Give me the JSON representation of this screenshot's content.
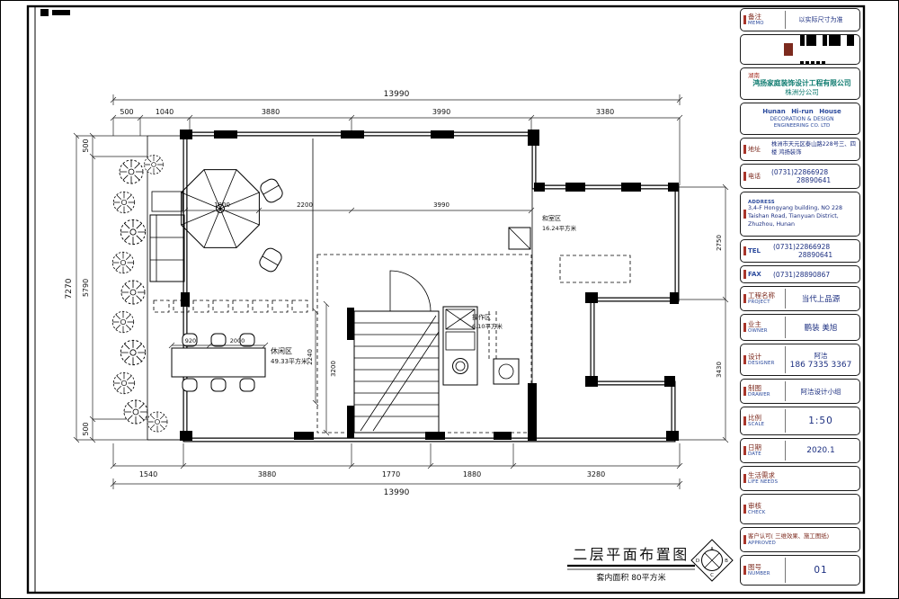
{
  "colors": {
    "line": "#000000",
    "accent_red": "#a8352a",
    "accent_blue": "#2b4a9d",
    "teal": "#0c7a6e",
    "navy": "#1c2f80"
  },
  "plan": {
    "dims": {
      "top_total": "13990",
      "top_segments": [
        "500",
        "1040",
        "3880",
        "3990",
        "3380"
      ],
      "left_total": "7270",
      "left_segments": [
        "500",
        "5790",
        "500"
      ],
      "bottom_segments": [
        "1540",
        "3880",
        "1770",
        "1880",
        "3280"
      ],
      "bottom_total": "13990",
      "right_segments": [
        "2750",
        "3430"
      ],
      "inner": {
        "terrace_a": "1800",
        "terrace_b": "2200",
        "mid": "3990",
        "table_a": "920",
        "table_b": "2000",
        "v1": "2240",
        "v2": "3200"
      }
    },
    "rooms": {
      "leisure": "休闲区",
      "leisure_area": "49.33平方米",
      "work": "操作区",
      "work_area": "6.10平方米",
      "tatami": "和室区",
      "tatami_area": "16.24平方米"
    },
    "title": "二层平面布置图",
    "subtitle": "套内面积 80平方米",
    "compass": {
      "n": "A",
      "e": "B",
      "s": "C",
      "w": "D"
    }
  },
  "titleblock": {
    "memo": {
      "label_cn": "备注",
      "label_en": "MEMO",
      "value": "以实际尺寸为准"
    },
    "company": {
      "region": "湖南",
      "name_cn": "鸿扬家庭装饰设计工程有限公司",
      "branch": "株洲分公司",
      "name_en_1": "Hunan  Hi-run  House",
      "name_en_2": "DECORATION & DESIGN",
      "name_en_3": "ENGINEERING CO. LTD"
    },
    "address": {
      "label": "地址",
      "value": "株洲市天元区泰山路228号三、四楼 鸿扬装饰"
    },
    "phone": {
      "label": "电话",
      "value1": "(0731)22866928",
      "value2": "28890641"
    },
    "address_en": {
      "label": "ADDRESS",
      "value": "3,4-F Hongyang building, NO 228 Taishan Road, Tianyuan District, Zhuzhou, Hunan"
    },
    "tel": {
      "label": "TEL",
      "value1": "(0731)22866928",
      "value2": "28890641"
    },
    "fax": {
      "label": "FAX",
      "value": "(0731)28890867"
    },
    "project": {
      "label_cn": "工程名称",
      "label_en": "PROJECT",
      "value": "当代上品源"
    },
    "owner": {
      "label_cn": "业主",
      "label_en": "OWNER",
      "value": "鹏装 美旭"
    },
    "designer": {
      "label_cn": "设计",
      "label_en": "DESIGNER",
      "value1": "阿洁",
      "value2": "186 7335 3367"
    },
    "drawer": {
      "label_cn": "制图",
      "label_en": "DRAWER",
      "value": "阿洁设计小组"
    },
    "scale": {
      "label_cn": "比例",
      "label_en": "SCALE",
      "value": "1:50"
    },
    "date": {
      "label_cn": "日期",
      "label_en": "DATE",
      "value": "2020.1"
    },
    "life": {
      "label_cn": "生活需求",
      "label_en": "LIFE NEEDS"
    },
    "check": {
      "label_cn": "审核",
      "label_en": "CHECK"
    },
    "approved": {
      "label_cn": "客户认可( 三维效果、施工图纸)",
      "label_en": "APPROVED"
    },
    "number": {
      "label_cn": "图号",
      "label_en": "NUMBER",
      "value": "01"
    }
  }
}
